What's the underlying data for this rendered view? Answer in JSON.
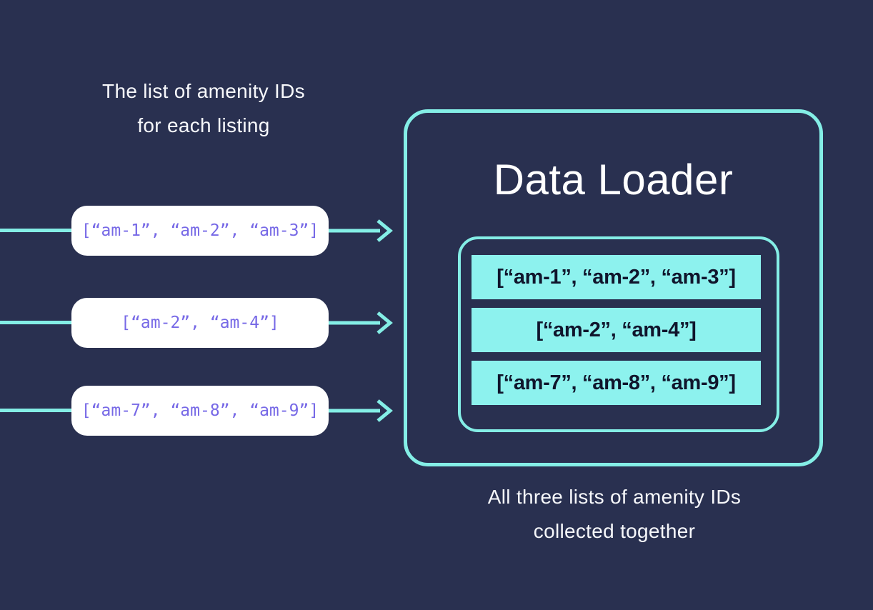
{
  "colors": {
    "background": "#293050",
    "cyan_accent": "#84EEE6",
    "bar_fill": "#8DF2EE",
    "input_box_fill": "#FFFFFF",
    "code_text_purple": "#7668E6",
    "bar_text_dark": "#10152C",
    "light_text": "#F7F8FB"
  },
  "caption_inputs": {
    "line1": "The list of amenity IDs",
    "line2": "for each listing"
  },
  "caption_output": {
    "line1": "All three lists of amenity IDs",
    "line2": "collected together"
  },
  "loader": {
    "title": "Data Loader"
  },
  "inputs": [
    {
      "text": "[“am-1”, “am-2”, “am-3”]"
    },
    {
      "text": "[“am-2”, “am-4”]"
    },
    {
      "text": "[“am-7”, “am-8”, “am-9”]"
    }
  ],
  "collected": [
    {
      "text": "[“am-1”, “am-2”, “am-3”]"
    },
    {
      "text": "[“am-2”, “am-4”]"
    },
    {
      "text": "[“am-7”, “am-8”, “am-9”]"
    }
  ]
}
